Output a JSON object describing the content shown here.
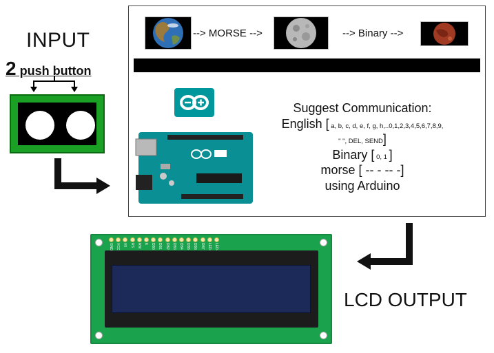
{
  "input": {
    "title": "INPUT",
    "push_number": "2",
    "push_label": " push button"
  },
  "chain": {
    "earth_icon": "earth-image",
    "morse_arrow": "--> MORSE -->",
    "moon_icon": "moon-image",
    "binary_arrow": "--> Binary -->",
    "mars_icon": "mars-image"
  },
  "suggest": {
    "title": "Suggest Communication:",
    "english_label": "English [",
    "english_chars": " a, b, c, d, e, f, g, h,..0,1,2,3,4,5,6,7,8,9,",
    "english_extra": "\" \", DEL, SEND",
    "english_close": "]",
    "binary_label": "Binary [",
    "binary_chars": " 0, 1 ",
    "binary_close": "]",
    "morse_line": "morse [ -- - -- -]",
    "using_line": "using Arduino"
  },
  "lcd": {
    "output_label": "LCD OUTPUT",
    "pins": [
      "GND",
      "VCC",
      "V0",
      "RS",
      "RW",
      "E",
      "DB0",
      "DB1",
      "DB2",
      "DB3",
      "DB4",
      "DB5",
      "DB6",
      "DB7",
      "LED+",
      "LED-"
    ]
  },
  "colors": {
    "module_green": "#1aa024",
    "lcd_board_green": "#1aa34c",
    "lcd_screen_blue": "#1b2a58",
    "arduino_teal": "#00979c",
    "arrow_black": "#000000"
  }
}
